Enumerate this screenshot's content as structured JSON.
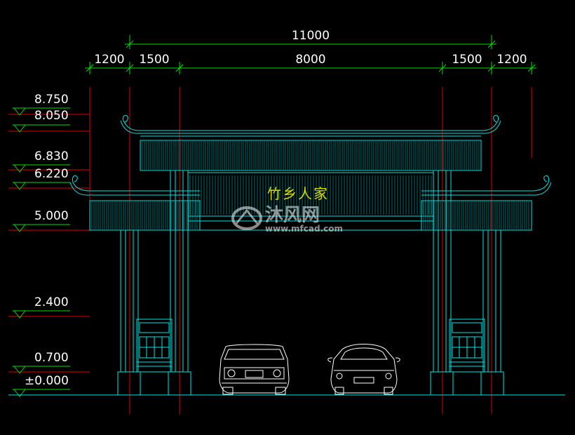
{
  "dimensions": {
    "overall": "11000",
    "segments": [
      "1200",
      "1500",
      "8000",
      "1500",
      "1200"
    ]
  },
  "elevations": [
    "8.750",
    "8.050",
    "6.830",
    "6.220",
    "5.000",
    "2.400",
    "0.700",
    "±0.000"
  ],
  "sign_text": "竹乡人家",
  "watermark": {
    "title": "沐风网",
    "url": "www.mfcad.com"
  },
  "colors": {
    "background": "#000000",
    "line_cyan": "#00e5e5",
    "dim_green": "#00e000",
    "axis_red": "#e00000",
    "text_white": "#ffffff",
    "sign_yellow": "#d8d800"
  }
}
